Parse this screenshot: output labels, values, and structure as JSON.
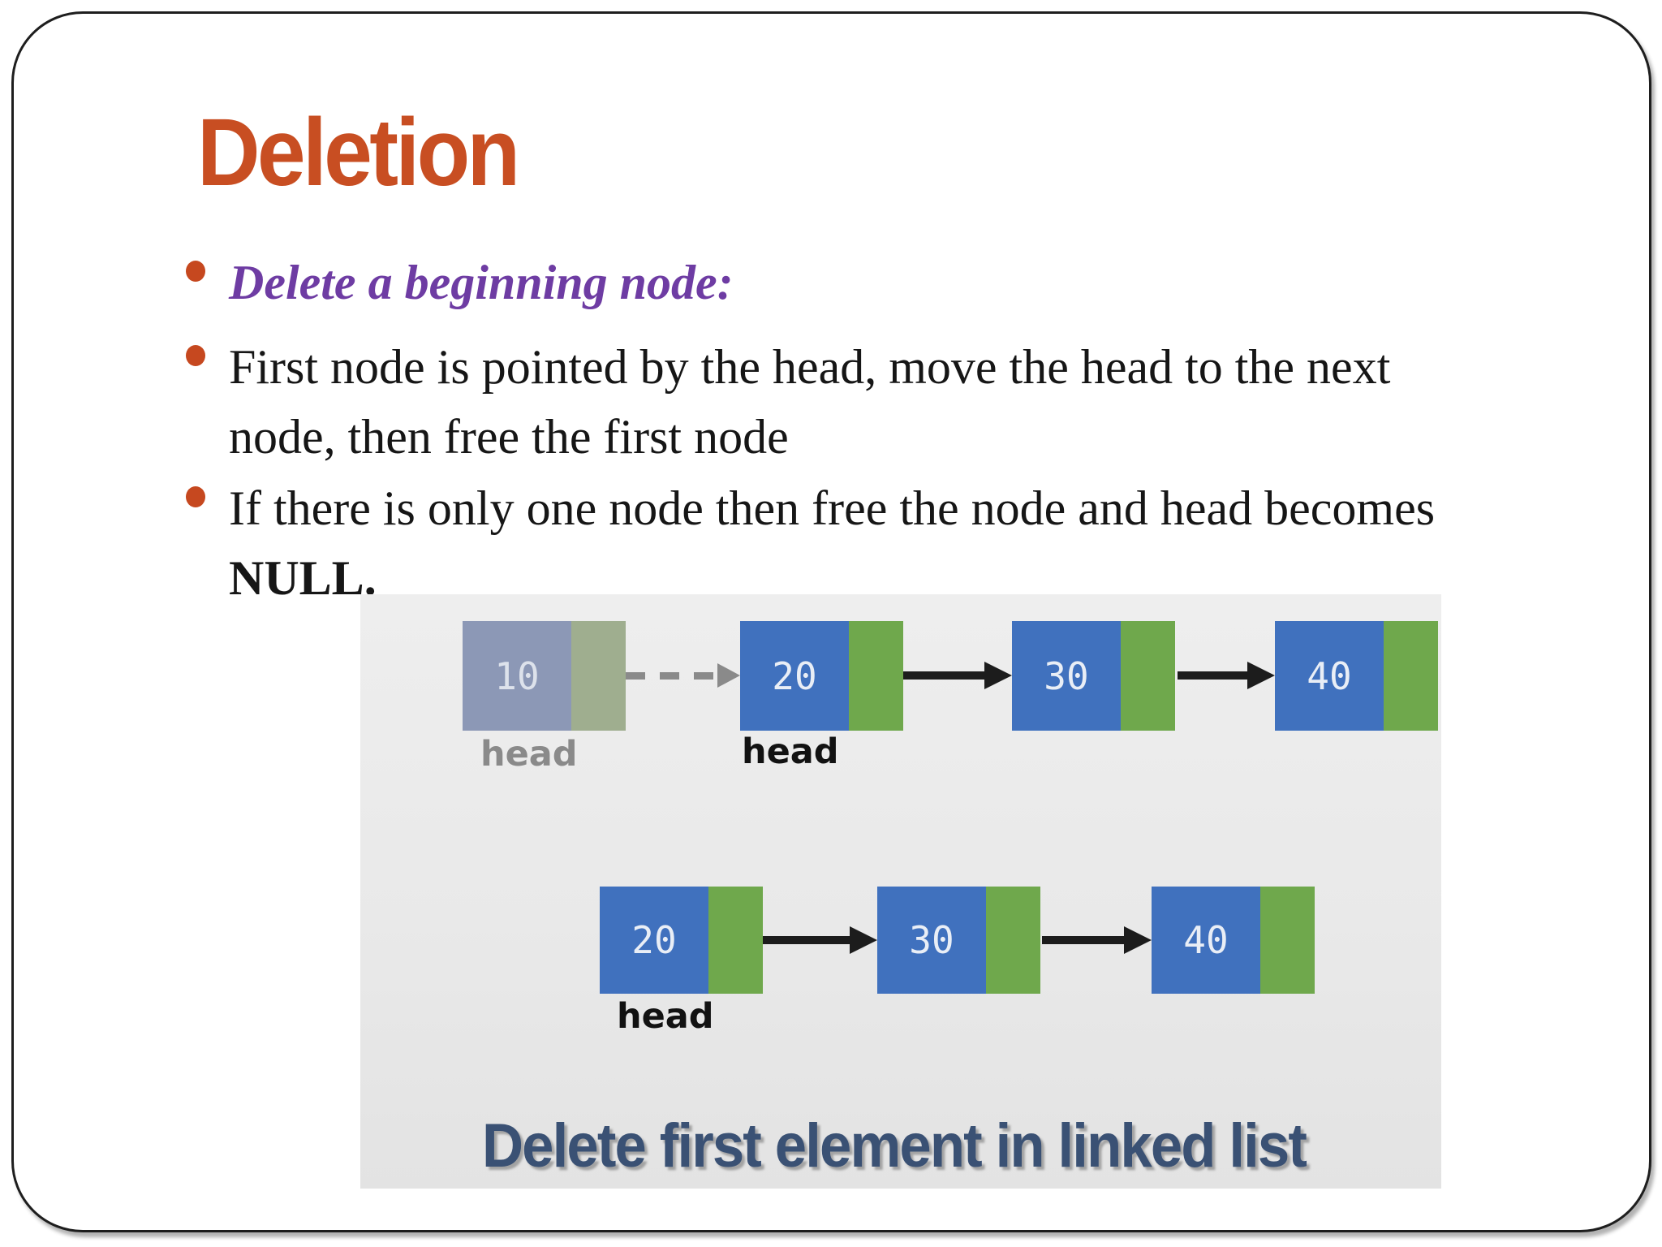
{
  "slide": {
    "title": "Deletion",
    "bullets": {
      "b1": "Delete a beginning node:",
      "b2_line1": "First node is pointed by the head, move the head to the next",
      "b2_line2": "node, then free the first node",
      "b3_line1": "If there is only one node then free the node and head becomes",
      "b3_line2": "NULL."
    }
  },
  "diagram": {
    "caption": "Delete first element in linked list",
    "row1": {
      "node1": {
        "value": "10",
        "label": "head",
        "state": "faded-deleted"
      },
      "node2": {
        "value": "20",
        "label": "head"
      },
      "node3": {
        "value": "30"
      },
      "node4": {
        "value": "40"
      },
      "arrows": [
        "dashed",
        "solid",
        "solid"
      ]
    },
    "row2": {
      "node1": {
        "value": "20",
        "label": "head"
      },
      "node2": {
        "value": "30"
      },
      "node3": {
        "value": "40"
      },
      "arrows": [
        "solid",
        "solid"
      ]
    }
  },
  "theme": {
    "title": "#C84E22",
    "bullet": "#C6481F",
    "purple": "#6E3CA3",
    "text": "#161616",
    "caption": "#3A5174",
    "node_blue": "#4071BE",
    "node_green": "#6FA84C",
    "node_blue_faded": "#8C98B6",
    "node_green_faded": "#9FAE8F",
    "node_text": "#E9EEF6",
    "head_gray": "#8A8A8A",
    "head_black": "#121212",
    "arrow_black": "#1C1C1C",
    "arrow_gray": "#8A8A8A"
  }
}
